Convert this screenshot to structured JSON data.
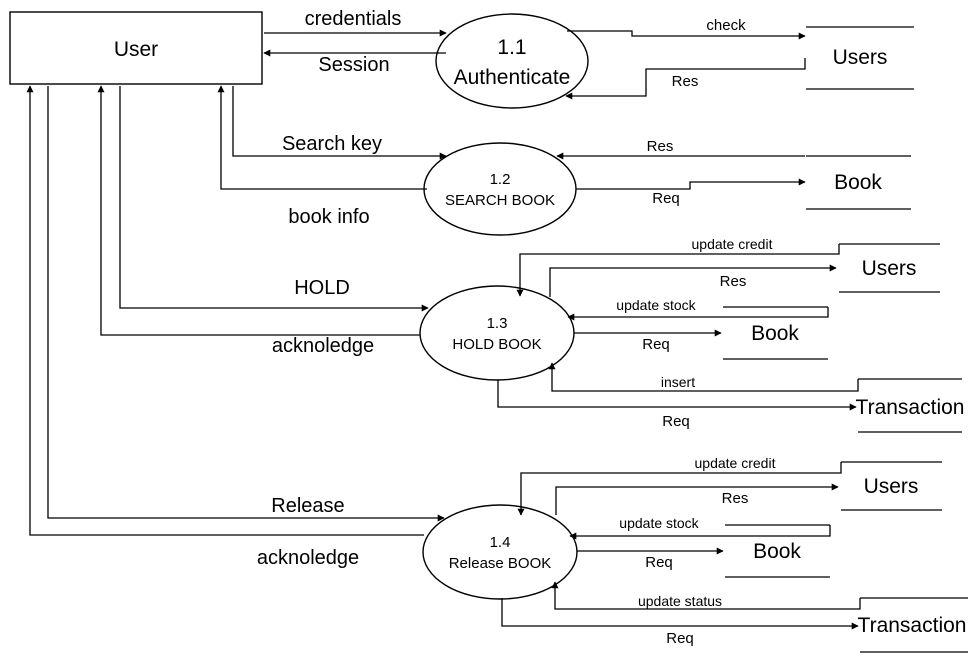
{
  "entity": {
    "label": "User"
  },
  "processes": [
    {
      "id": "1.1",
      "name": "Authenticate"
    },
    {
      "id": "1.2",
      "name": "SEARCH BOOK"
    },
    {
      "id": "1.3",
      "name": "HOLD BOOK"
    },
    {
      "id": "1.4",
      "name": "Release BOOK"
    }
  ],
  "stores": {
    "users_auth": "Users",
    "book_search": "Book",
    "users_hold": "Users",
    "book_hold": "Book",
    "transaction_hold": "Transaction",
    "users_release": "Users",
    "book_release": "Book",
    "transaction_release": "Transaction"
  },
  "flows": {
    "credentials": "credentials",
    "session": "Session",
    "check": "check",
    "auth_res": "Res",
    "search_key": "Search key",
    "book_info": "book info",
    "search_res": "Res",
    "search_req": "Req",
    "hold": "HOLD",
    "hold_ack": "acknoledge",
    "hold_update_credit": "update credit",
    "hold_res": "Res",
    "hold_update_stock": "update stock",
    "hold_book_req": "Req",
    "hold_insert": "insert",
    "hold_trans_req": "Req",
    "release": "Release",
    "release_ack": "acknoledge",
    "release_update_credit": "update credit",
    "release_res": "Res",
    "release_update_stock": "update stock",
    "release_book_req": "Req",
    "release_update_status": "update status",
    "release_trans_req": "Req"
  }
}
